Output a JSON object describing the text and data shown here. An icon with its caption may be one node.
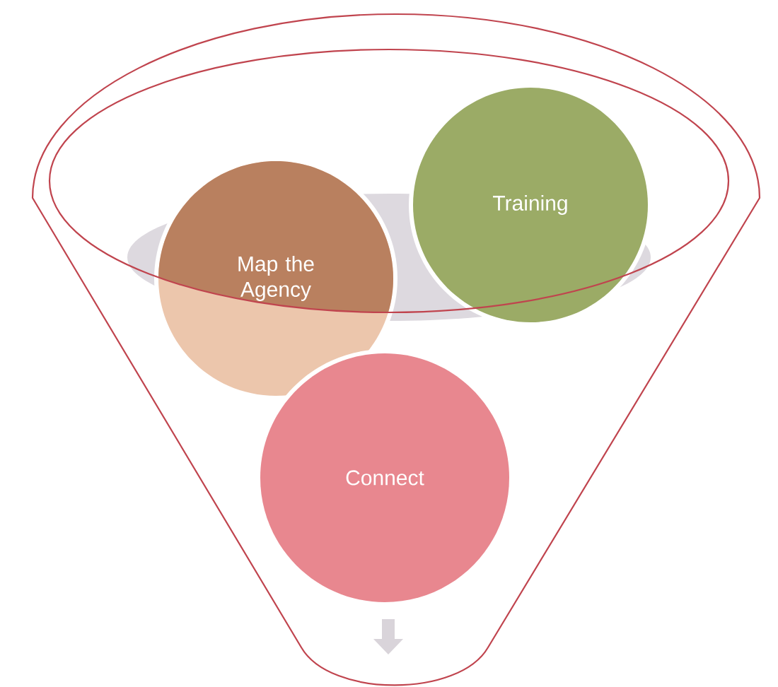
{
  "diagram": {
    "nodes": [
      {
        "text": [
          "Map the Agency"
        ]
      },
      {
        "text": [
          "Training"
        ]
      },
      {
        "text": [
          "Connect"
        ]
      }
    ]
  }
}
